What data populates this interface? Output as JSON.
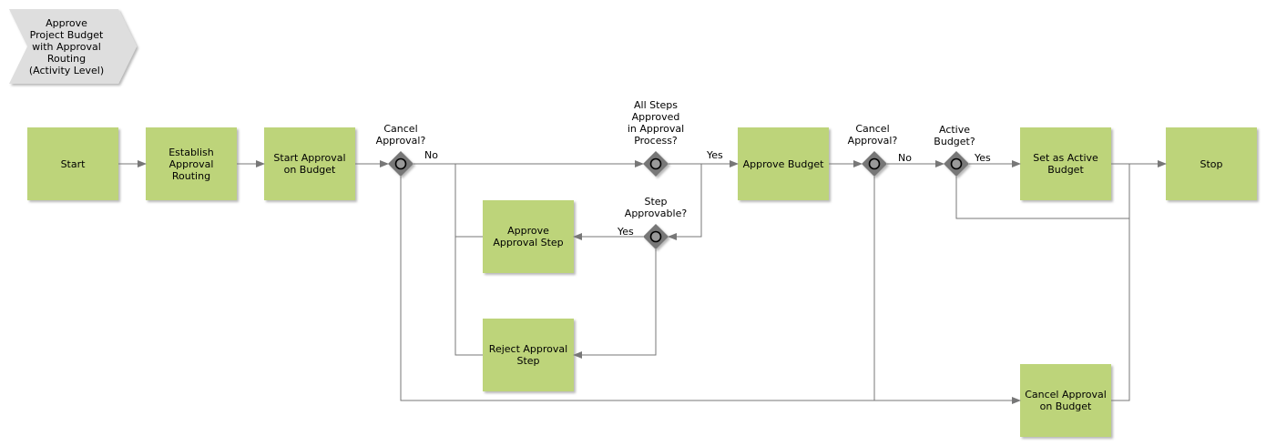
{
  "title": "Approve\nProject Budget\nwith Approval\nRouting\n(Activity Level)",
  "colors": {
    "activity": "#bdd47a",
    "gateway": "#777777",
    "title": "#dedede",
    "line": "#777777"
  },
  "activities": {
    "start": "Start",
    "establish": "Establish\nApproval\nRouting",
    "start_approval": "Start Approval\non Budget",
    "approve_step": "Approve\nApproval Step",
    "reject_step": "Reject Approval\nStep",
    "approve_budget": "Approve Budget",
    "set_active": "Set as Active\nBudget",
    "cancel_approval": "Cancel Approval\non Budget",
    "stop": "Stop"
  },
  "gateways": {
    "cancel1": "Cancel\nApproval?",
    "all_steps": "All Steps\nApproved\nin Approval\nProcess?",
    "step_approvable": "Step\nApprovable?",
    "cancel2": "Cancel\nApproval?",
    "active_budget": "Active\nBudget?"
  },
  "edge_labels": {
    "no1": "No",
    "yes_all": "Yes",
    "yes_step": "Yes",
    "no2": "No",
    "yes_active": "Yes"
  }
}
